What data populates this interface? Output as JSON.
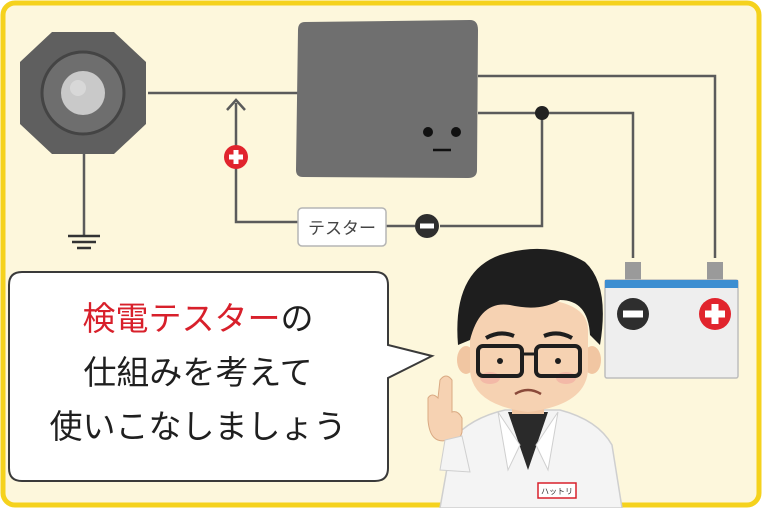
{
  "tester": {
    "label": "テスター",
    "minus_symbol": "−"
  },
  "device": {
    "face": "• •"
  },
  "battery": {
    "minus_symbol": "−",
    "plus_symbol": "+"
  },
  "probe": {
    "plus_symbol": "+"
  },
  "speech": {
    "highlight": "検電テスター",
    "line1_suffix": "の",
    "line2": "仕組みを考えて",
    "line3": "使いこなしましょう"
  },
  "character": {
    "name_tag": "ハットリ"
  },
  "colors": {
    "background": "#fdf7dc",
    "border": "#f5d21d",
    "wire": "#5b5b5b",
    "device": "#6f6f6f",
    "battery_top": "#3c8ed1",
    "battery_body": "#eeeeee",
    "plus_red": "#e1242d",
    "minus_dark": "#2e2e2e",
    "highlight_text": "#d8202b",
    "body_text": "#1f1f1f"
  },
  "icons": {
    "speaker": "speaker-icon",
    "ground": "ground-icon",
    "plus": "plus-icon",
    "minus": "minus-icon",
    "arrow": "arrow-up-icon"
  }
}
